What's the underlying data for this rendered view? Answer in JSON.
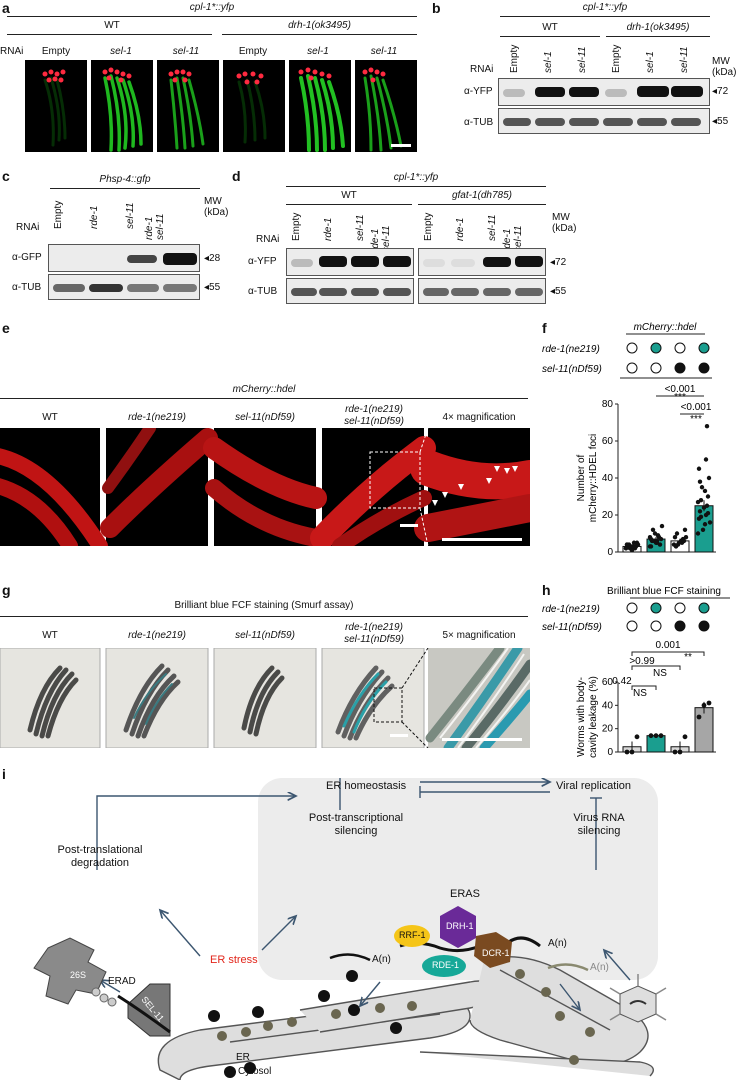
{
  "panels": {
    "a": {
      "letter": "a",
      "title": "cpl-1*::yfp",
      "groups": [
        "WT",
        "drh-1(ok3495)"
      ],
      "rnai_label": "RNAi",
      "lanes": [
        "Empty",
        "sel-1",
        "sel-11",
        "Empty",
        "sel-1",
        "sel-11"
      ]
    },
    "b": {
      "letter": "b",
      "title": "cpl-1*::yfp",
      "groups": [
        "WT",
        "drh-1(ok3495)"
      ],
      "rnai_label": "RNAi",
      "lanes": [
        "Empty",
        "sel-1",
        "sel-11",
        "Empty",
        "sel-1",
        "sel-11"
      ],
      "mw_label": "MW\n(kDa)",
      "rows": [
        {
          "antibody": "α-YFP",
          "mw": "◂72"
        },
        {
          "antibody": "α-TUB",
          "mw": "◂55"
        }
      ]
    },
    "c": {
      "letter": "c",
      "title": "Phsp-4::gfp",
      "rnai_label": "RNAi",
      "lanes": [
        "Empty",
        "rde-1",
        "sel-11",
        "rde-1\nsel-11"
      ],
      "mw_label": "MW\n(kDa)",
      "rows": [
        {
          "antibody": "α-GFP",
          "mw": "◂28"
        },
        {
          "antibody": "α-TUB",
          "mw": "◂55"
        }
      ]
    },
    "d": {
      "letter": "d",
      "title": "cpl-1*::yfp",
      "groups": [
        "WT",
        "gfat-1(dh785)"
      ],
      "rnai_label": "RNAi",
      "lanes": [
        "Empty",
        "rde-1",
        "sel-11",
        "rde-1\nsel-11",
        "Empty",
        "rde-1",
        "sel-11",
        "rde-1\nsel-11"
      ],
      "mw_label": "MW\n(kDa)",
      "rows": [
        {
          "antibody": "α-YFP",
          "mw": "◂72"
        },
        {
          "antibody": "α-TUB",
          "mw": "◂55"
        }
      ]
    },
    "e": {
      "letter": "e",
      "title": "mCherry::hdel",
      "columns": [
        "WT",
        "rde-1(ne219)",
        "sel-11(nDf59)",
        "rde-1(ne219)\nsel-11(nDf59)",
        "4× magnification"
      ]
    },
    "g": {
      "letter": "g",
      "title": "Brilliant blue FCF staining (Smurf assay)",
      "columns": [
        "WT",
        "rde-1(ne219)",
        "sel-11(nDf59)",
        "rde-1(ne219)\nsel-11(nDf59)",
        "5× magnification"
      ]
    },
    "i": {
      "letter": "i",
      "er_homeostasis": "ER homeostasis",
      "viral_replication": "Viral replication",
      "post_translational": "Post-translational\ndegradation",
      "post_transcriptional": "Post-transcriptional\nsilencing",
      "virus_rna": "Virus RNA\nsilencing",
      "eras": "ERAS",
      "rrf1": "RRF-1",
      "drh1": "DRH-1",
      "dcr1": "DCR-1",
      "rde1": "RDE-1",
      "an": "A(n)",
      "erad": "ERAD",
      "s26": "26S",
      "sel11": "SEL-11",
      "er_stress": "ER stress",
      "er": "ER",
      "cytosol": "Cytosol"
    }
  },
  "chart_data": [
    {
      "panel": "f",
      "type": "scatter",
      "title": "mCherry::hdel",
      "genotype_rows": [
        "rde-1(ne219)",
        "sel-11(nDf59)"
      ],
      "genotype_circles": [
        [
          "open",
          "teal",
          "open",
          "teal"
        ],
        [
          "open",
          "open",
          "filled",
          "filled"
        ]
      ],
      "ylabel": "Number of\nmCherry::HDEL foci",
      "ylim": [
        0,
        80
      ],
      "yticks": [
        0,
        20,
        40,
        60,
        80
      ],
      "series": [
        {
          "means": [
            3,
            7,
            6,
            25
          ],
          "sem": [
            0.5,
            1.2,
            1.2,
            3
          ],
          "colors": [
            "#ffffff",
            "#1a9e8f",
            "#ffffff",
            "#1a9e8f"
          ]
        }
      ],
      "points": [
        [
          2,
          3,
          4,
          5,
          3,
          2,
          4,
          3,
          2,
          5,
          3,
          4,
          1,
          2,
          3,
          4
        ],
        [
          3,
          5,
          7,
          9,
          6,
          8,
          12,
          4,
          6,
          7,
          10,
          14,
          5,
          8,
          6,
          3
        ],
        [
          4,
          6,
          8,
          5,
          3,
          7,
          10,
          6,
          4,
          12,
          5,
          8
        ],
        [
          10,
          15,
          18,
          20,
          22,
          25,
          28,
          30,
          35,
          40,
          12,
          16,
          24,
          27,
          33,
          45,
          50,
          38,
          68,
          19,
          21
        ]
      ],
      "annotations": [
        "<0.001",
        "***",
        "<0.001",
        "***"
      ]
    },
    {
      "panel": "h",
      "type": "bar",
      "title": "Brilliant blue FCF staining",
      "genotype_rows": [
        "rde-1(ne219)",
        "sel-11(nDf59)"
      ],
      "genotype_circles": [
        [
          "open",
          "teal",
          "open",
          "teal"
        ],
        [
          "open",
          "open",
          "filled",
          "filled"
        ]
      ],
      "ylabel": "Worms with body-\ncavity leakage (%)",
      "ylim": [
        0,
        60
      ],
      "yticks": [
        0,
        20,
        40,
        60
      ],
      "values": [
        4.5,
        14,
        4.5,
        38
      ],
      "sem": [
        4.5,
        0,
        4.5,
        5
      ],
      "colors": [
        "#d9d9d9",
        "#1a9e8f",
        "#d9d9d9",
        "#a6a6a6"
      ],
      "points": [
        [
          0,
          0,
          13
        ],
        [
          14,
          14,
          14
        ],
        [
          0,
          0,
          13
        ],
        [
          30,
          40,
          42
        ]
      ],
      "annotations": [
        "0.001",
        "**",
        ">0.99",
        "NS",
        "0.42",
        "NS"
      ]
    }
  ]
}
